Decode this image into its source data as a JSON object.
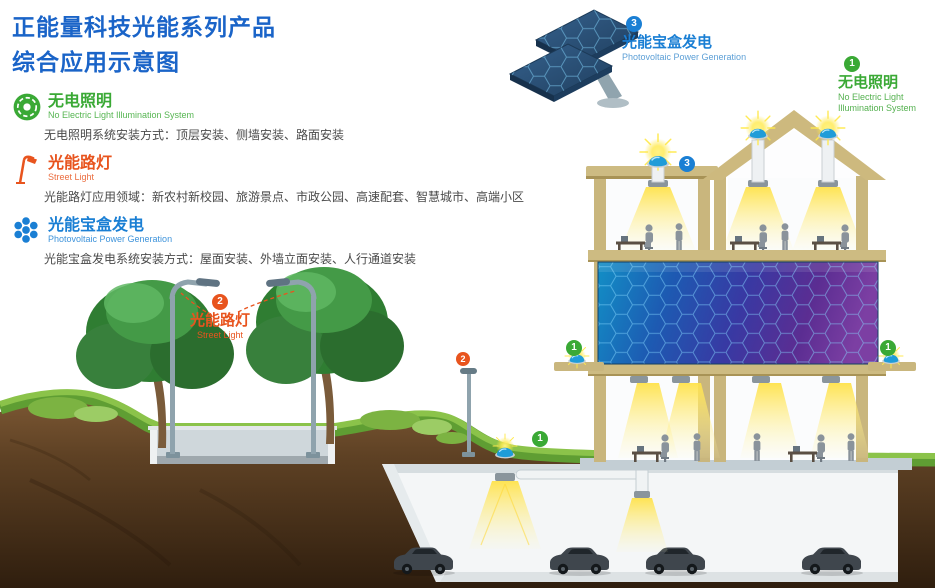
{
  "title": {
    "line1": "正能量科技光能系列产品",
    "line2": "综合应用示意图",
    "color": "#1a64c8"
  },
  "legend": {
    "items": [
      {
        "title": "无电照明",
        "subtitle": "No Electric Light Illumination System",
        "description": "无电照明系统安装方式：顶层安装、侧墙安装、路面安装",
        "color": "#3aa935",
        "icon": "no-electric-light-icon"
      },
      {
        "title": "光能路灯",
        "subtitle": "Street Light",
        "description": "光能路灯应用领域：新农村新校园、旅游景点、市政公园、高速配套、智慧城市、高端小区",
        "color": "#e8541e",
        "icon": "street-light-icon"
      },
      {
        "title": "光能宝盒发电",
        "subtitle": "Photovoltaic Power Generation",
        "description": "光能宝盒发电系统安装方式：屋面安装、外墙立面安装、人行通道安装",
        "color": "#1a7fd4",
        "icon": "photovoltaic-icon"
      }
    ]
  },
  "callouts": {
    "pv": {
      "number": "3",
      "title": "光能宝盒发电",
      "subtitle": "Photovoltaic Power Generation"
    },
    "no_electric": {
      "number": "1",
      "title": "无电照明",
      "subtitle_line1": "No Electric Light",
      "subtitle_line2": "Illumination System"
    },
    "street": {
      "number": "2",
      "title": "光能路灯",
      "subtitle": "Street Light"
    }
  },
  "markers": {
    "no_electric": "1",
    "street": "2",
    "pv": "3"
  },
  "colors": {
    "green": "#3aa935",
    "red": "#e8541e",
    "blue": "#1a7fd4",
    "title_blue": "#1a64c8"
  }
}
